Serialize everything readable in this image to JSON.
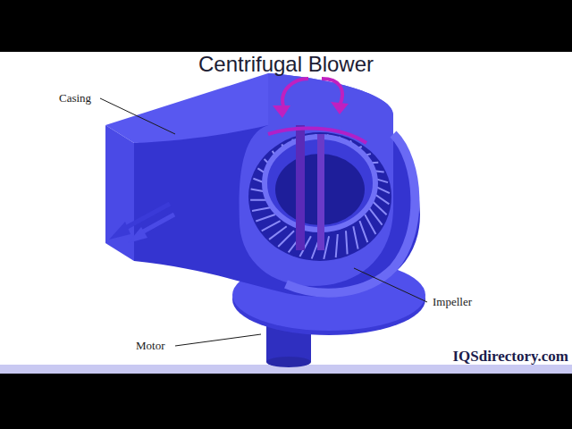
{
  "diagram": {
    "title": "Centrifugal Blower",
    "labels": [
      "Casing",
      "Impeller",
      "Motor",
      "IQSdirectory.com"
    ]
  }
}
